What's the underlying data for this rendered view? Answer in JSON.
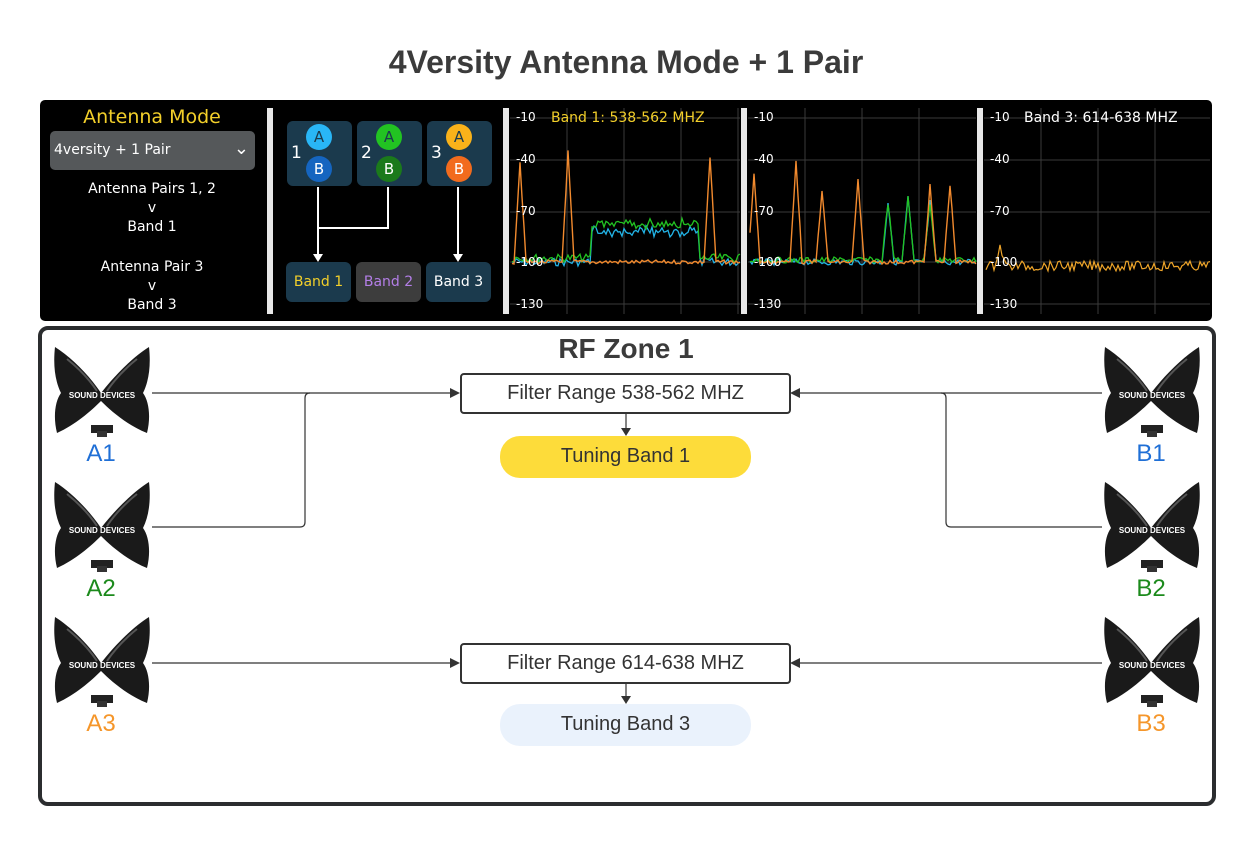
{
  "title": "4Versity Antenna Mode + 1 Pair",
  "panel": {
    "mode_title": "Antenna Mode",
    "mode_select": "4versity + 1 Pair",
    "pairs_text_1": [
      "Antenna Pairs 1, 2",
      "v",
      "Band 1"
    ],
    "pairs_text_2": [
      "Antenna Pair 3",
      "v",
      "Band 3"
    ],
    "pairs": [
      {
        "num": "1",
        "a": "A",
        "b": "B",
        "a_color": "#29b6f6",
        "b_color": "#1565c0"
      },
      {
        "num": "2",
        "a": "A",
        "b": "B",
        "a_color": "#22c322",
        "b_color": "#1b7a1b"
      },
      {
        "num": "3",
        "a": "A",
        "b": "B",
        "a_color": "#f9b21a",
        "b_color": "#f26b1d"
      }
    ],
    "bands": [
      {
        "label": "Band 1",
        "color": "#f2cf2a",
        "bg": "#1b3a4d"
      },
      {
        "label": "Band 2",
        "color": "#b37ee6",
        "bg": "#3d3d3d"
      },
      {
        "label": "Band 3",
        "color": "#ffffff",
        "bg": "#1b3a4d"
      }
    ],
    "spectra": [
      {
        "title": "Band 1: 538-562 MHZ",
        "title_color": "#f2cf2a",
        "ticks": [
          "-10",
          "-40",
          "-70",
          "-100",
          "-130"
        ]
      },
      {
        "title": "",
        "title_color": "#ffffff",
        "ticks": [
          "-10",
          "-40",
          "-70",
          "-100",
          "-130"
        ]
      },
      {
        "title": "Band 3: 614-638 MHZ",
        "title_color": "#ffffff",
        "ticks": [
          "-10",
          "-40",
          "-70",
          "-100",
          "-130"
        ]
      }
    ]
  },
  "zone": {
    "title": "RF Zone 1",
    "filter_1": "Filter Range 538-562 MHZ",
    "tuning_1": "Tuning Band 1",
    "filter_2": "Filter Range 614-638 MHZ",
    "tuning_2": "Tuning Band 3",
    "antennas_left": [
      {
        "label": "A1",
        "color": "#1f6fd6"
      },
      {
        "label": "A2",
        "color": "#1c8a1c"
      },
      {
        "label": "A3",
        "color": "#f5962a"
      }
    ],
    "antennas_right": [
      {
        "label": "B1",
        "color": "#1f6fd6"
      },
      {
        "label": "B2",
        "color": "#1c8a1c"
      },
      {
        "label": "B3",
        "color": "#f5962a"
      }
    ],
    "antenna_brand": "SOUND DEVICES",
    "tuning_1_color": "#fddc3a",
    "tuning_2_color": "#eaf2fc"
  }
}
